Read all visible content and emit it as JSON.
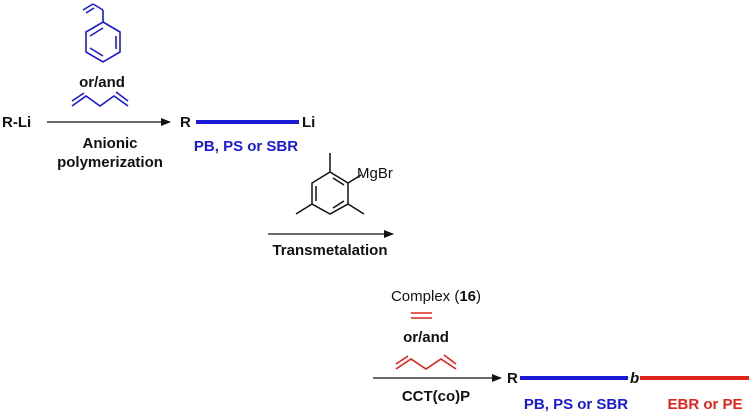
{
  "step1": {
    "reagent": "R-Li",
    "or_and": "or/and",
    "condition_line1": "Anionic",
    "condition_line2": "polymerization",
    "product_end_left": "R",
    "product_end_right": "Li",
    "product_label": "PB, PS or SBR"
  },
  "step2": {
    "reagent_substituent": "MgBr",
    "condition": "Transmetalation"
  },
  "step3": {
    "complex_prefix": "Complex (",
    "complex_number": "16",
    "complex_suffix": ")",
    "or_and": "or/and",
    "condition": "CCT(co)P",
    "product_end_left": "R",
    "junction": "b",
    "block1_label": "PB, PS or SBR",
    "block2_label": "EBR or PE"
  },
  "colors": {
    "black": "#111111",
    "blue": "#1a1ad6",
    "red": "#e0231c"
  }
}
